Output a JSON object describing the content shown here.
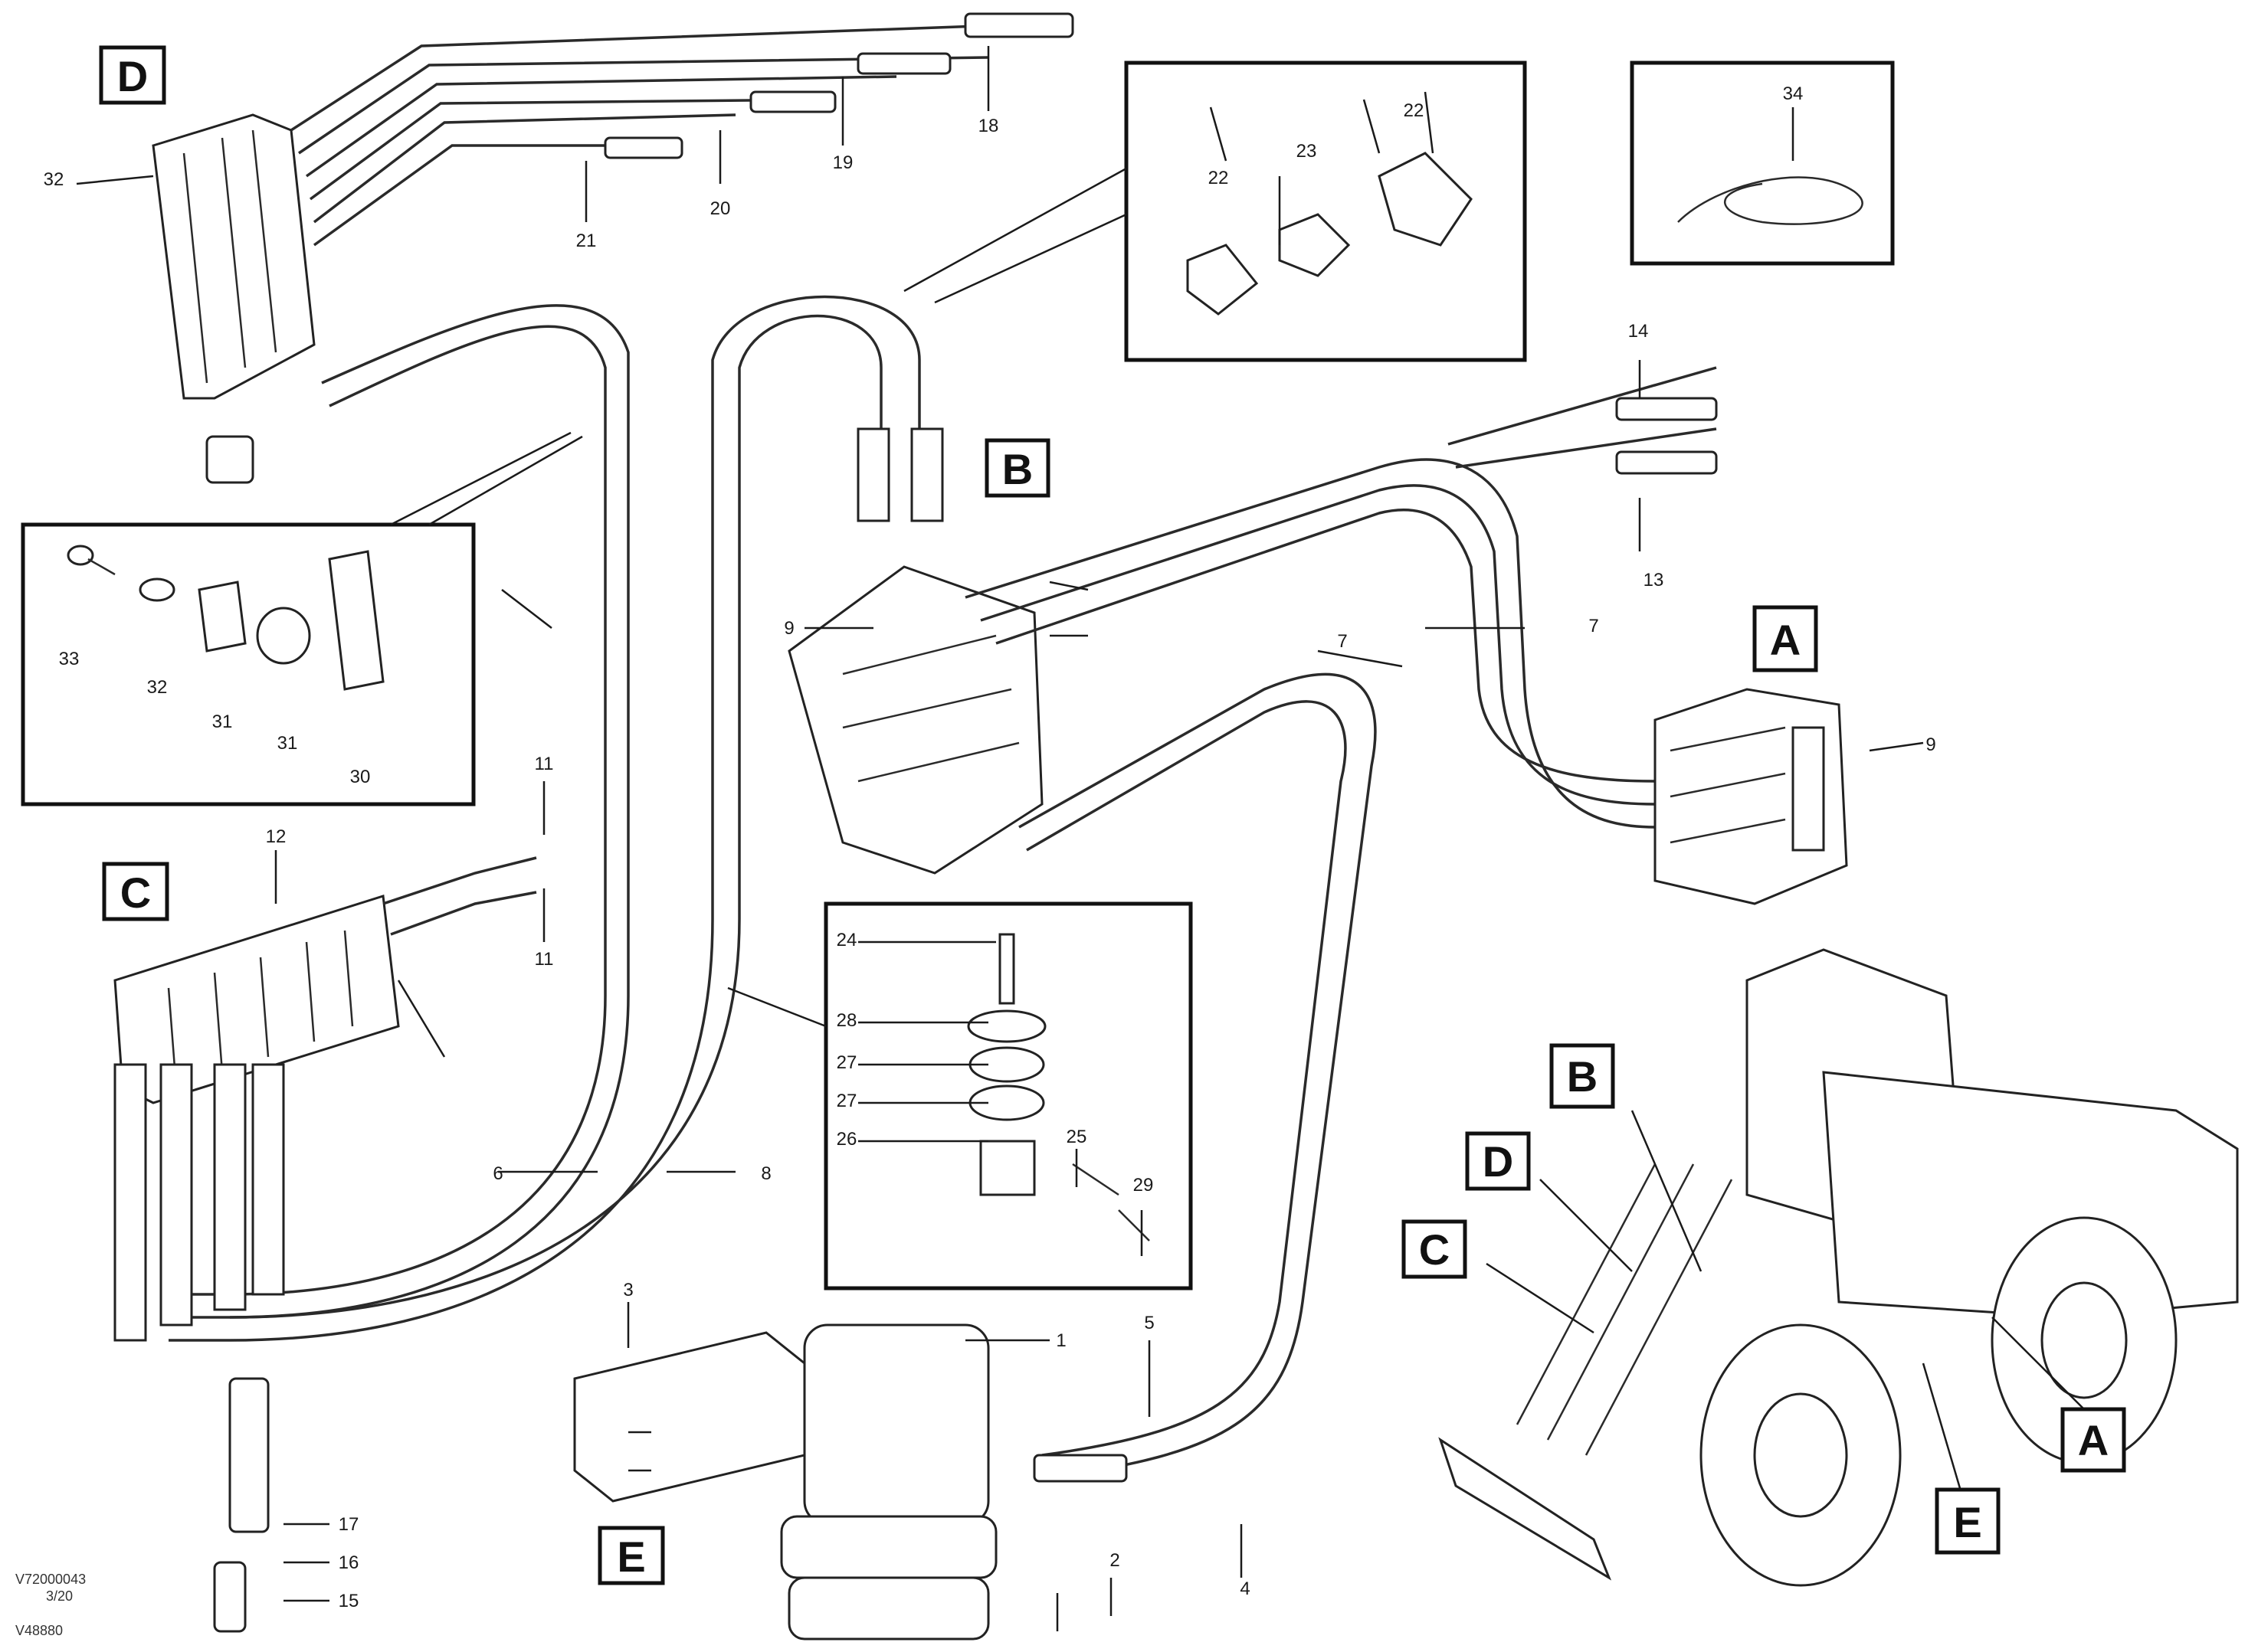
{
  "view_labels": {
    "A": "A",
    "B": "B",
    "C": "C",
    "D": "D",
    "E": "E"
  },
  "callouts": {
    "n1": "1",
    "n2": "2",
    "n3": "3",
    "n4": "4",
    "n5": "5",
    "n6": "6",
    "n7": "7",
    "n8": "8",
    "n9": "9",
    "n11": "11",
    "n12": "12",
    "n13": "13",
    "n14": "14",
    "n15": "15",
    "n16": "16",
    "n17": "17",
    "n18": "18",
    "n19": "19",
    "n20": "20",
    "n21": "21",
    "n22": "22",
    "n23": "23",
    "n24": "24",
    "n25": "25",
    "n26": "26",
    "n27": "27",
    "n28": "28",
    "n29": "29",
    "n30": "30",
    "n31": "31",
    "n32": "32",
    "n33": "33",
    "n34": "34"
  },
  "footer": {
    "code_line1": "V72000043",
    "code_line2": "3/20",
    "code_line3": "V48880"
  }
}
